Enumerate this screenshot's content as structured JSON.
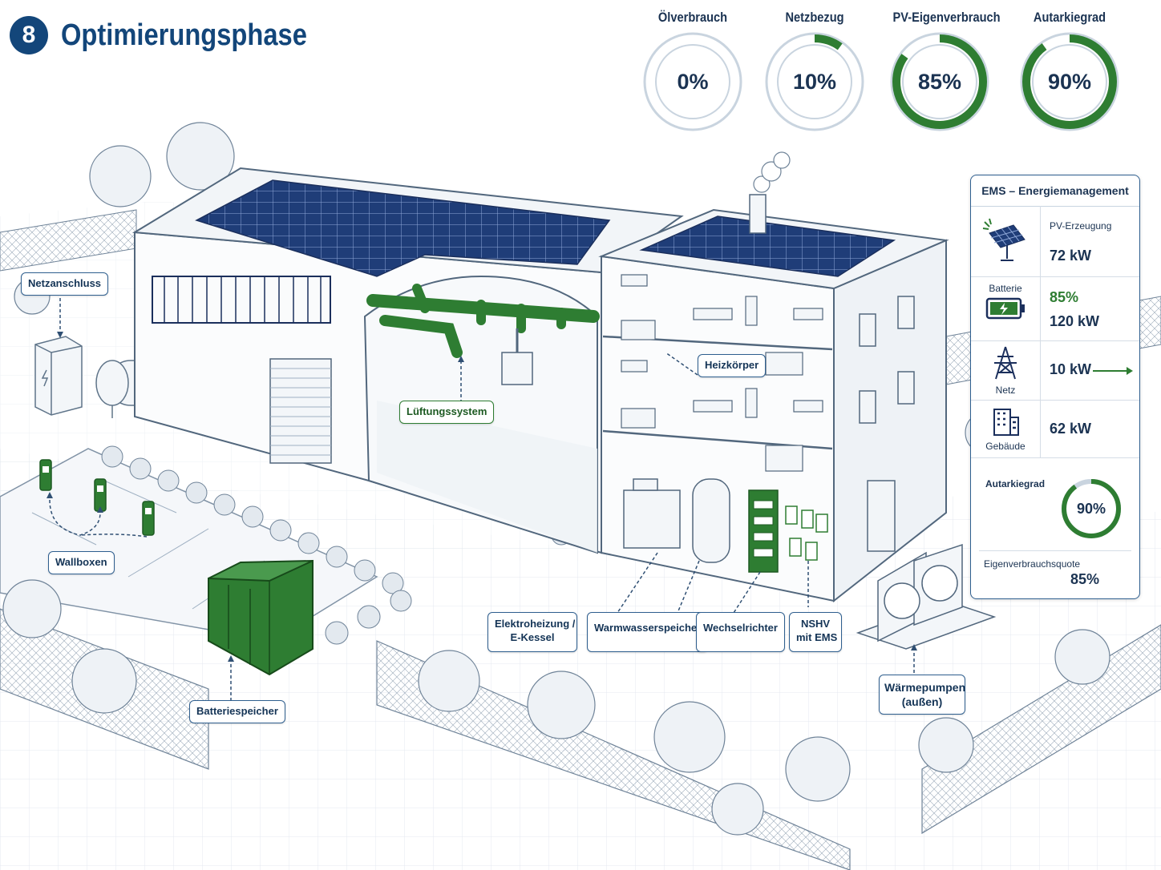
{
  "header": {
    "step_number": "8",
    "title": "Optimierungsphase"
  },
  "kpis": [
    {
      "label": "Ölverbrauch",
      "value_text": "0%",
      "percent": 0
    },
    {
      "label": "Netzbezug",
      "value_text": "10%",
      "percent": 10
    },
    {
      "label": "PV-Eigenverbrauch",
      "value_text": "85%",
      "percent": 85
    },
    {
      "label": "Autarkiegrad",
      "value_text": "90%",
      "percent": 90
    }
  ],
  "colors": {
    "accent_green": "#2e7d32",
    "navy": "#13467a",
    "ring_track": "#c9d4df"
  },
  "labels": {
    "netzanschluss": "Netzanschluss",
    "wallboxen": "Wallboxen",
    "batteriespeicher": "Batteriespeicher",
    "lueftungssystem": "Lüftungssystem",
    "heizkoerper": "Heizkörper",
    "elektroheizung_line1": "Elektroheizung /",
    "elektroheizung_line2": "E-Kessel",
    "warmwasserspeicher": "Warmwasserspeicher",
    "wechselrichter": "Wechselrichter",
    "nshv_line1": "NSHV",
    "nshv_line2": "mit EMS",
    "waermepumpen_line1": "Wärmepumpen",
    "waermepumpen_line2": "(außen)"
  },
  "ems": {
    "title": "EMS – Energiemanagement",
    "pv_label": "PV-Erzeugung",
    "pv_value": "72 kW",
    "battery_label": "Batterie",
    "battery_soc": "85%",
    "battery_power": "120 kW",
    "grid_label": "Netz",
    "grid_value": "10 kW",
    "building_label": "Gebäude",
    "building_value": "62 kW",
    "autarky_label": "Autarkiegrad",
    "autarky_value": "90%",
    "autarky_percent": 90,
    "self_consumption_label": "Eigenverbrauchsquote",
    "self_consumption_value": "85%"
  },
  "icons": [
    "solar-panel-icon",
    "battery-icon",
    "power-tower-icon",
    "building-icon",
    "arrow-right-icon"
  ]
}
